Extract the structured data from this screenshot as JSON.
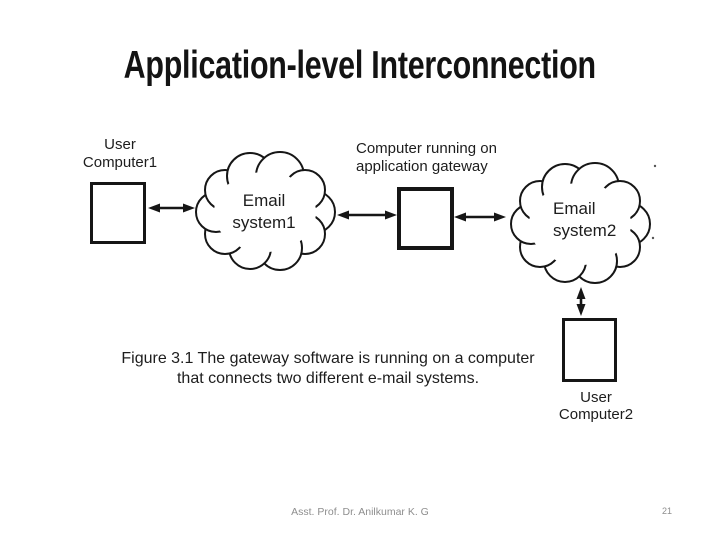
{
  "slide": {
    "title": "Application-level Interconnection",
    "footer": "Asst. Prof. Dr. Anilkumar K. G",
    "page_number": "21",
    "colors": {
      "background": "#ffffff",
      "title_text": "#131313",
      "diagram_ink": "#161616",
      "footer_text": "#8e8e8e"
    }
  },
  "diagram": {
    "nodes": {
      "user_computer1": "User\nComputer1",
      "gateway_label": "Computer running on\napplication gateway",
      "email_system1": "Email\nsystem1",
      "email_system2": "Email\nsystem2",
      "user_computer2": "User\nComputer2"
    },
    "caption": "Figure 3.1 The gateway software is running on a computer\nthat connects two different e-mail systems."
  }
}
